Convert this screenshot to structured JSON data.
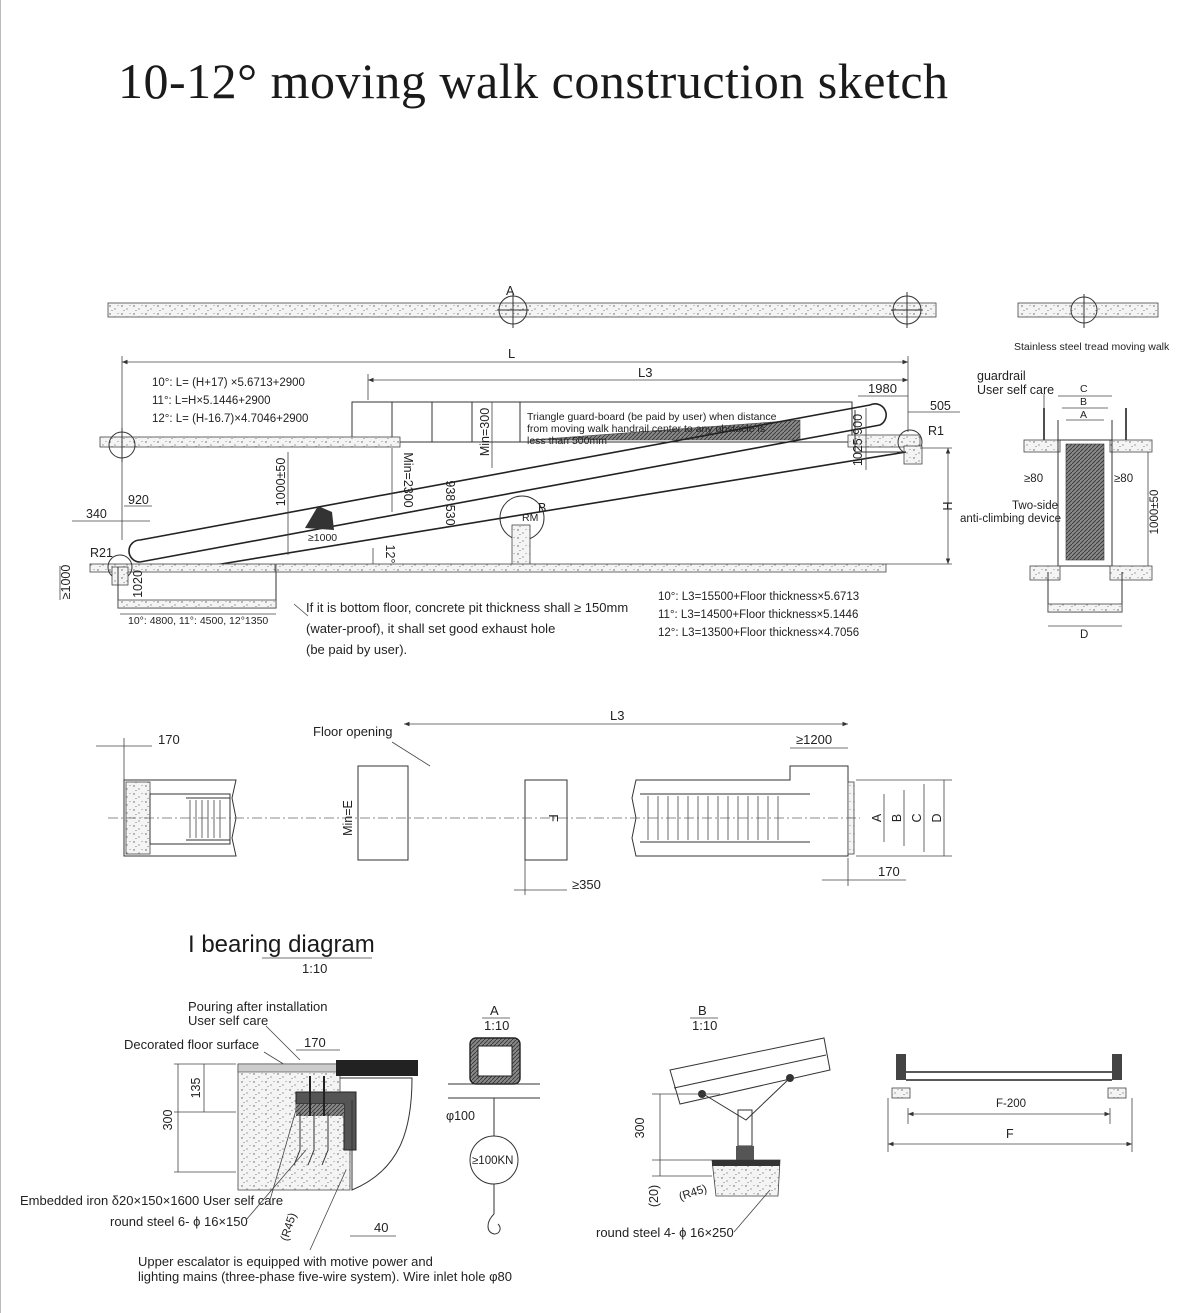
{
  "title": "10-12° moving walk construction sketch",
  "main_section": {
    "labels": {
      "A": "A",
      "L": "L",
      "L3": "L3",
      "d1980": "1980",
      "d505": "505",
      "R1": "R1",
      "min300": "Min=300",
      "min2300": "Min=2300",
      "d1025_900": "1025 900",
      "d1000_50": "1000±50",
      "d938_530": "938 530",
      "d920": "920",
      "d340": "340",
      "R21": "R21",
      "gt1000_v": "≥1000",
      "d1020": "1020",
      "gt1000_h": "≥1000",
      "deg12": "12°",
      "B": "B",
      "RM": "RM",
      "H": "H",
      "bottom_span": "10°: 4800, 11°: 4500, 12°1350"
    },
    "formulas": [
      "10°: L= (H+17) ×5.6713+2900",
      "11°: L=H×5.1446+2900",
      "12°: L= (H-16.7)×4.7046+2900"
    ],
    "guard_note": [
      "Triangle guard-board (be paid by user) when distance",
      "from moving walk handrail center to any obstacle is",
      "less than 500mm"
    ],
    "pit_note": [
      "If it is bottom floor, concrete pit thickness shall ≥ 150mm",
      "(water-proof), it shall set good exhaust hole",
      "(be paid by user)."
    ],
    "l3_formulas": [
      "10°: L3=15500+Floor thickness×5.6713",
      "11°: L3=14500+Floor thickness×5.1446",
      "12°: L3=13500+Floor thickness×4.7056"
    ]
  },
  "side_section": {
    "title": "Stainless steel tread moving walk",
    "guardrail": "guardrail",
    "user_self_care": "User self care",
    "C": "C",
    "B": "B",
    "A": "A",
    "gt80_left": "≥80",
    "gt80_right": "≥80",
    "two_side": "Two-side",
    "anti_climbing": "anti-climbing device",
    "d1000_50": "1000±50",
    "D": "D"
  },
  "plan_view": {
    "d170_left": "170",
    "floor_opening": "Floor opening",
    "L3": "L3",
    "gt1200": "≥1200",
    "min_e": "Min=E",
    "F": "F",
    "gt350": "≥350",
    "A": "A",
    "B": "B",
    "C": "C",
    "D": "D",
    "d170_right": "170"
  },
  "bearing": {
    "title": "I bearing diagram",
    "scale": "1:10",
    "pouring": "Pouring after installation",
    "user_self_care": "User self care",
    "decorated": "Decorated floor surface",
    "d170": "170",
    "d135": "135",
    "d300": "300",
    "embedded": "Embedded iron δ20×150×1600 User self care",
    "round_steel": "round steel 6- ϕ 16×150",
    "r45": "(R45)",
    "d40": "40",
    "upper_note": [
      "Upper escalator is equipped with motive power and",
      "lighting mains (three-phase five-wire system).  Wire inlet hole φ80"
    ]
  },
  "detail_a": {
    "label": "A",
    "scale": "1:10",
    "phi100": "φ100",
    "load": "≥100KN"
  },
  "detail_b": {
    "label": "B",
    "scale": "1:10",
    "d300": "300",
    "d20": "(20)",
    "r45": "(R45)",
    "round_steel": "round steel 4- ϕ 16×250"
  },
  "support_view": {
    "f200": "F-200",
    "F": "F"
  }
}
